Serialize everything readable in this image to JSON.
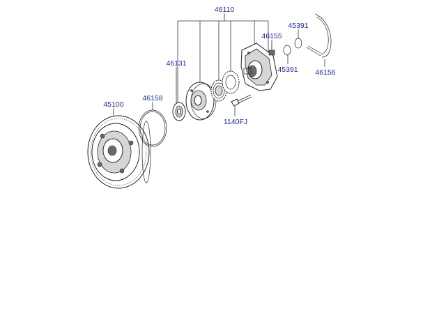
{
  "diagram": {
    "labels": {
      "oil_pump_assy": "46110",
      "oil_seal": "46131",
      "o_ring": "46158",
      "torque_converter": "45100",
      "pump_bolt": "1140FJ",
      "lock_bolt": "46155",
      "ring_upper": "45391",
      "ring_lower": "45391",
      "snap_ring": "46156"
    }
  }
}
